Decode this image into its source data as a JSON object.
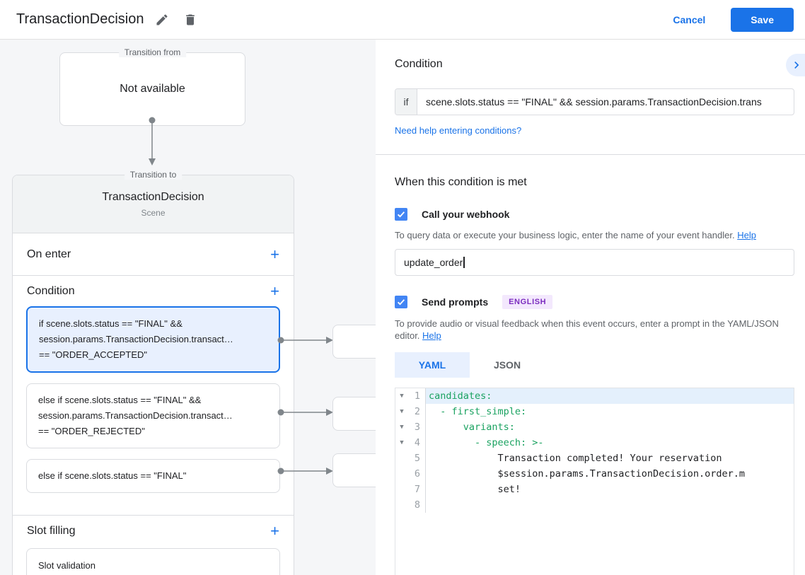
{
  "header": {
    "title": "TransactionDecision",
    "cancel": "Cancel",
    "save": "Save"
  },
  "icons": {
    "add": "+",
    "fold": "▼"
  },
  "colors": {
    "accent": "#1a73e8",
    "selected_card_bg": "#e8f0fe",
    "badge_bg": "#f3e8fd",
    "badge_text": "#7b2cbf",
    "code_key_green": "#1aa260",
    "checkbox_blue": "#4285f4"
  },
  "diagram": {
    "transition_from": {
      "legend": "Transition from",
      "content": "Not available"
    },
    "transition_to": {
      "legend": "Transition to",
      "title": "TransactionDecision",
      "subtitle": "Scene"
    },
    "on_enter": {
      "title": "On enter"
    },
    "condition": {
      "title": "Condition",
      "cards": [
        {
          "selected": true,
          "lines": [
            "if scene.slots.status == \"FINAL\" &&",
            "session.params.TransactionDecision.transact…",
            "== \"ORDER_ACCEPTED\""
          ]
        },
        {
          "selected": false,
          "lines": [
            "else if scene.slots.status == \"FINAL\" &&",
            "session.params.TransactionDecision.transact…",
            "== \"ORDER_REJECTED\""
          ]
        },
        {
          "selected": false,
          "lines": [
            "else if scene.slots.status == \"FINAL\""
          ]
        }
      ]
    },
    "slot_filling": {
      "title": "Slot filling",
      "card": "Slot validation"
    }
  },
  "panel": {
    "condition": {
      "title": "Condition",
      "if_label": "if",
      "expression": "scene.slots.status == \"FINAL\" && session.params.TransactionDecision.trans",
      "help_link": "Need help entering conditions?"
    },
    "when_met_title": "When this condition is met",
    "webhook": {
      "label": "Call your webhook",
      "checked": true,
      "helper": "To query data or execute your business logic, enter the name of your event handler.",
      "help_link": "Help",
      "value": "update_order"
    },
    "prompts": {
      "label": "Send prompts",
      "checked": true,
      "badge": "ENGLISH",
      "helper": "To provide audio or visual feedback when this event occurs, enter a prompt in the YAML/JSON editor.",
      "help_link": "Help",
      "tabs": [
        "YAML",
        "JSON"
      ],
      "active_tab": "YAML"
    },
    "editor": {
      "lines": [
        {
          "n": "1",
          "text": "candidates:",
          "key": true,
          "fold": true,
          "active": true
        },
        {
          "n": "2",
          "text": "  - first_simple:",
          "key": true,
          "fold": true,
          "active": false
        },
        {
          "n": "3",
          "text": "      variants:",
          "key": true,
          "fold": true,
          "active": false
        },
        {
          "n": "4",
          "text": "        - speech: >-",
          "key": true,
          "fold": true,
          "active": false
        },
        {
          "n": "5",
          "text": "            Transaction completed! Your reservation",
          "key": false,
          "fold": false,
          "active": false
        },
        {
          "n": "6",
          "text": "            $session.params.TransactionDecision.order.m",
          "key": false,
          "fold": false,
          "active": false
        },
        {
          "n": "7",
          "text": "            set!",
          "key": false,
          "fold": false,
          "active": false
        },
        {
          "n": "8",
          "text": "",
          "key": false,
          "fold": false,
          "active": false
        }
      ]
    }
  }
}
